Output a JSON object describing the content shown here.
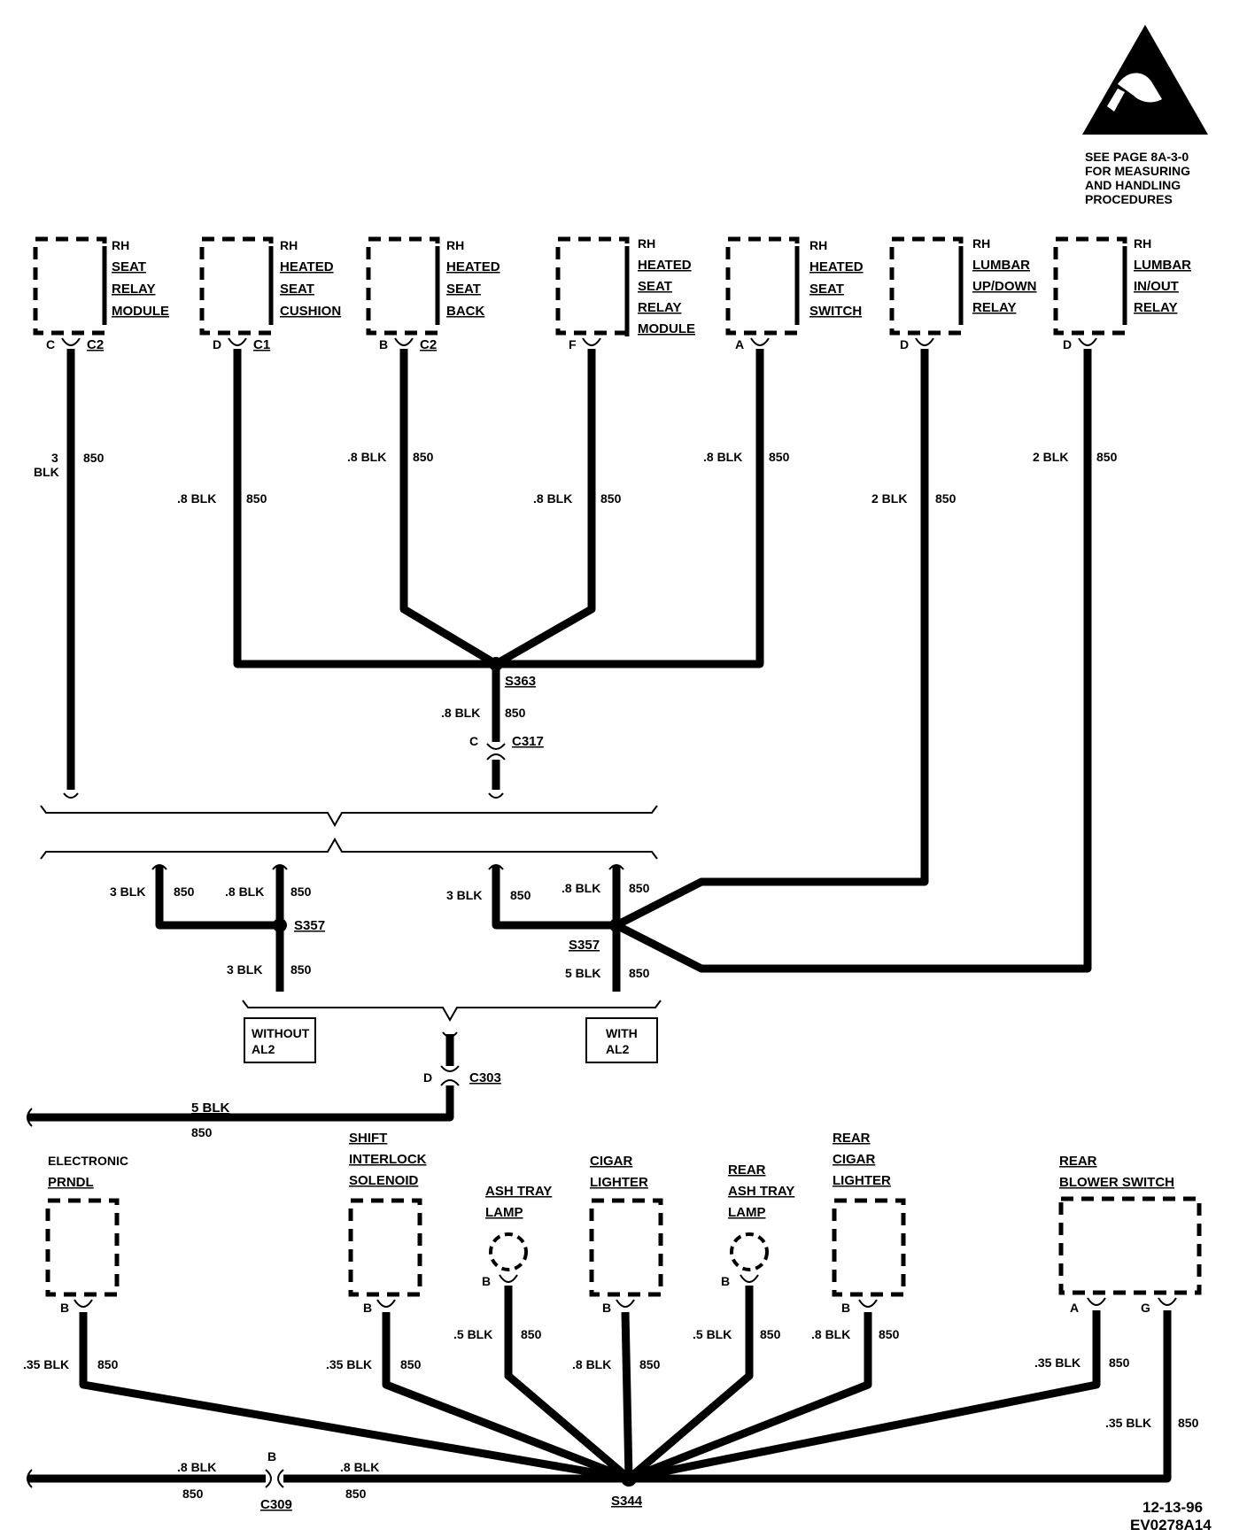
{
  "esd_note": [
    "SEE PAGE 8A-3-0",
    "FOR MEASURING",
    "AND HANDLING",
    "PROCEDURES"
  ],
  "top_components": {
    "rh_seat_relay_module": [
      "RH",
      "SEAT",
      "RELAY",
      "MODULE"
    ],
    "rh_heated_seat_cushion": [
      "RH",
      "HEATED",
      "SEAT",
      "CUSHION"
    ],
    "rh_heated_seat_back": [
      "RH",
      "HEATED",
      "SEAT",
      "BACK"
    ],
    "rh_heated_seat_relay_module": [
      "RH",
      "HEATED",
      "SEAT",
      "RELAY",
      "MODULE"
    ],
    "rh_heated_seat_switch": [
      "RH",
      "HEATED",
      "SEAT",
      "SWITCH"
    ],
    "rh_lumbar_updown_relay": [
      "RH",
      "LUMBAR",
      "UP/DOWN",
      "RELAY"
    ],
    "rh_lumbar_inout_relay": [
      "RH",
      "LUMBAR",
      "IN/OUT",
      "RELAY"
    ]
  },
  "pins": {
    "c": "C",
    "c2": "C2",
    "d": "D",
    "c1": "C1",
    "b": "B",
    "f": "F",
    "a": "A",
    "g": "G"
  },
  "wire_labels": {
    "three": "3",
    "blk": "BLK",
    "circuit": "850",
    "p8_blk": ".8 BLK",
    "two_blk": "2 BLK",
    "three_blk": "3 BLK",
    "five_blk": "5 BLK",
    "p5_blk": ".5 BLK",
    "p35_blk": ".35 BLK"
  },
  "splices": {
    "s363": "S363",
    "s357": "S357",
    "s344": "S344"
  },
  "connectors": {
    "c317": "C317",
    "c303": "C303",
    "c309": "C309"
  },
  "options": {
    "without_al2": [
      "WITHOUT",
      "AL2"
    ],
    "with_al2": [
      "WITH",
      "AL2"
    ]
  },
  "bottom_components": {
    "electronic_prndl": [
      "ELECTRONIC",
      "PRNDL"
    ],
    "shift_interlock_solenoid": [
      "SHIFT",
      "INTERLOCK",
      "SOLENOID"
    ],
    "ash_tray_lamp": [
      "ASH TRAY",
      "LAMP"
    ],
    "cigar_lighter": [
      "CIGAR",
      "LIGHTER"
    ],
    "rear_ash_tray_lamp": [
      "REAR",
      "ASH TRAY",
      "LAMP"
    ],
    "rear_cigar_lighter": [
      "REAR",
      "CIGAR",
      "LIGHTER"
    ],
    "rear_blower_switch": [
      "REAR",
      "BLOWER SWITCH"
    ]
  },
  "footer": {
    "date": "12-13-96",
    "code": "EV0278A14"
  }
}
